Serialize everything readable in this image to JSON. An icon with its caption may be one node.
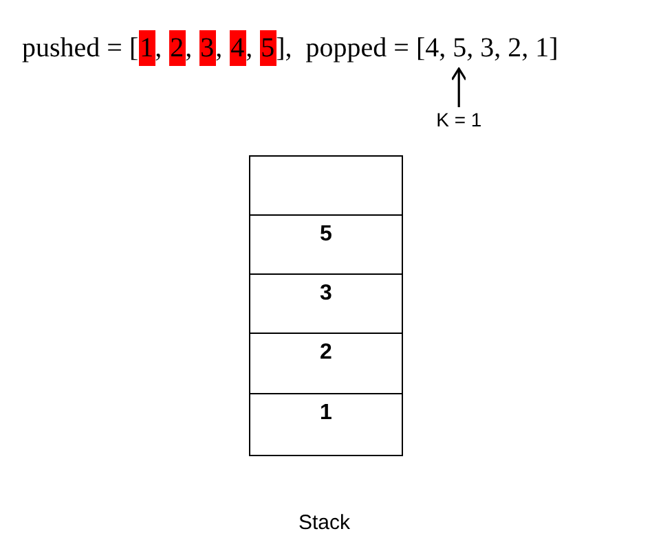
{
  "diagram": {
    "nodes": [
      {
        "text": [
          "1"
        ]
      },
      {
        "text": [
          "2"
        ]
      },
      {
        "text": [
          "3"
        ]
      },
      {
        "text": [
          "4"
        ]
      },
      {
        "text": [
          "5"
        ]
      },
      {
        "text": [
          "5,"
        ]
      },
      {
        "text": [
          "K = 1"
        ]
      },
      {
        "text": [],
        "shape": "box"
      },
      {
        "text": [
          "5"
        ]
      },
      {
        "text": [
          "3"
        ]
      },
      {
        "text": [
          "2"
        ]
      },
      {
        "text": [
          "1"
        ]
      }
    ],
    "edges": [
      {
        "from": 6,
        "to": 5,
        "arrow": "to"
      }
    ],
    "labels": [
      "pushed = [",
      ",",
      ",",
      ",",
      ",",
      "],",
      "popped = [4,",
      "3, 2, 1]",
      "Stack"
    ]
  }
}
